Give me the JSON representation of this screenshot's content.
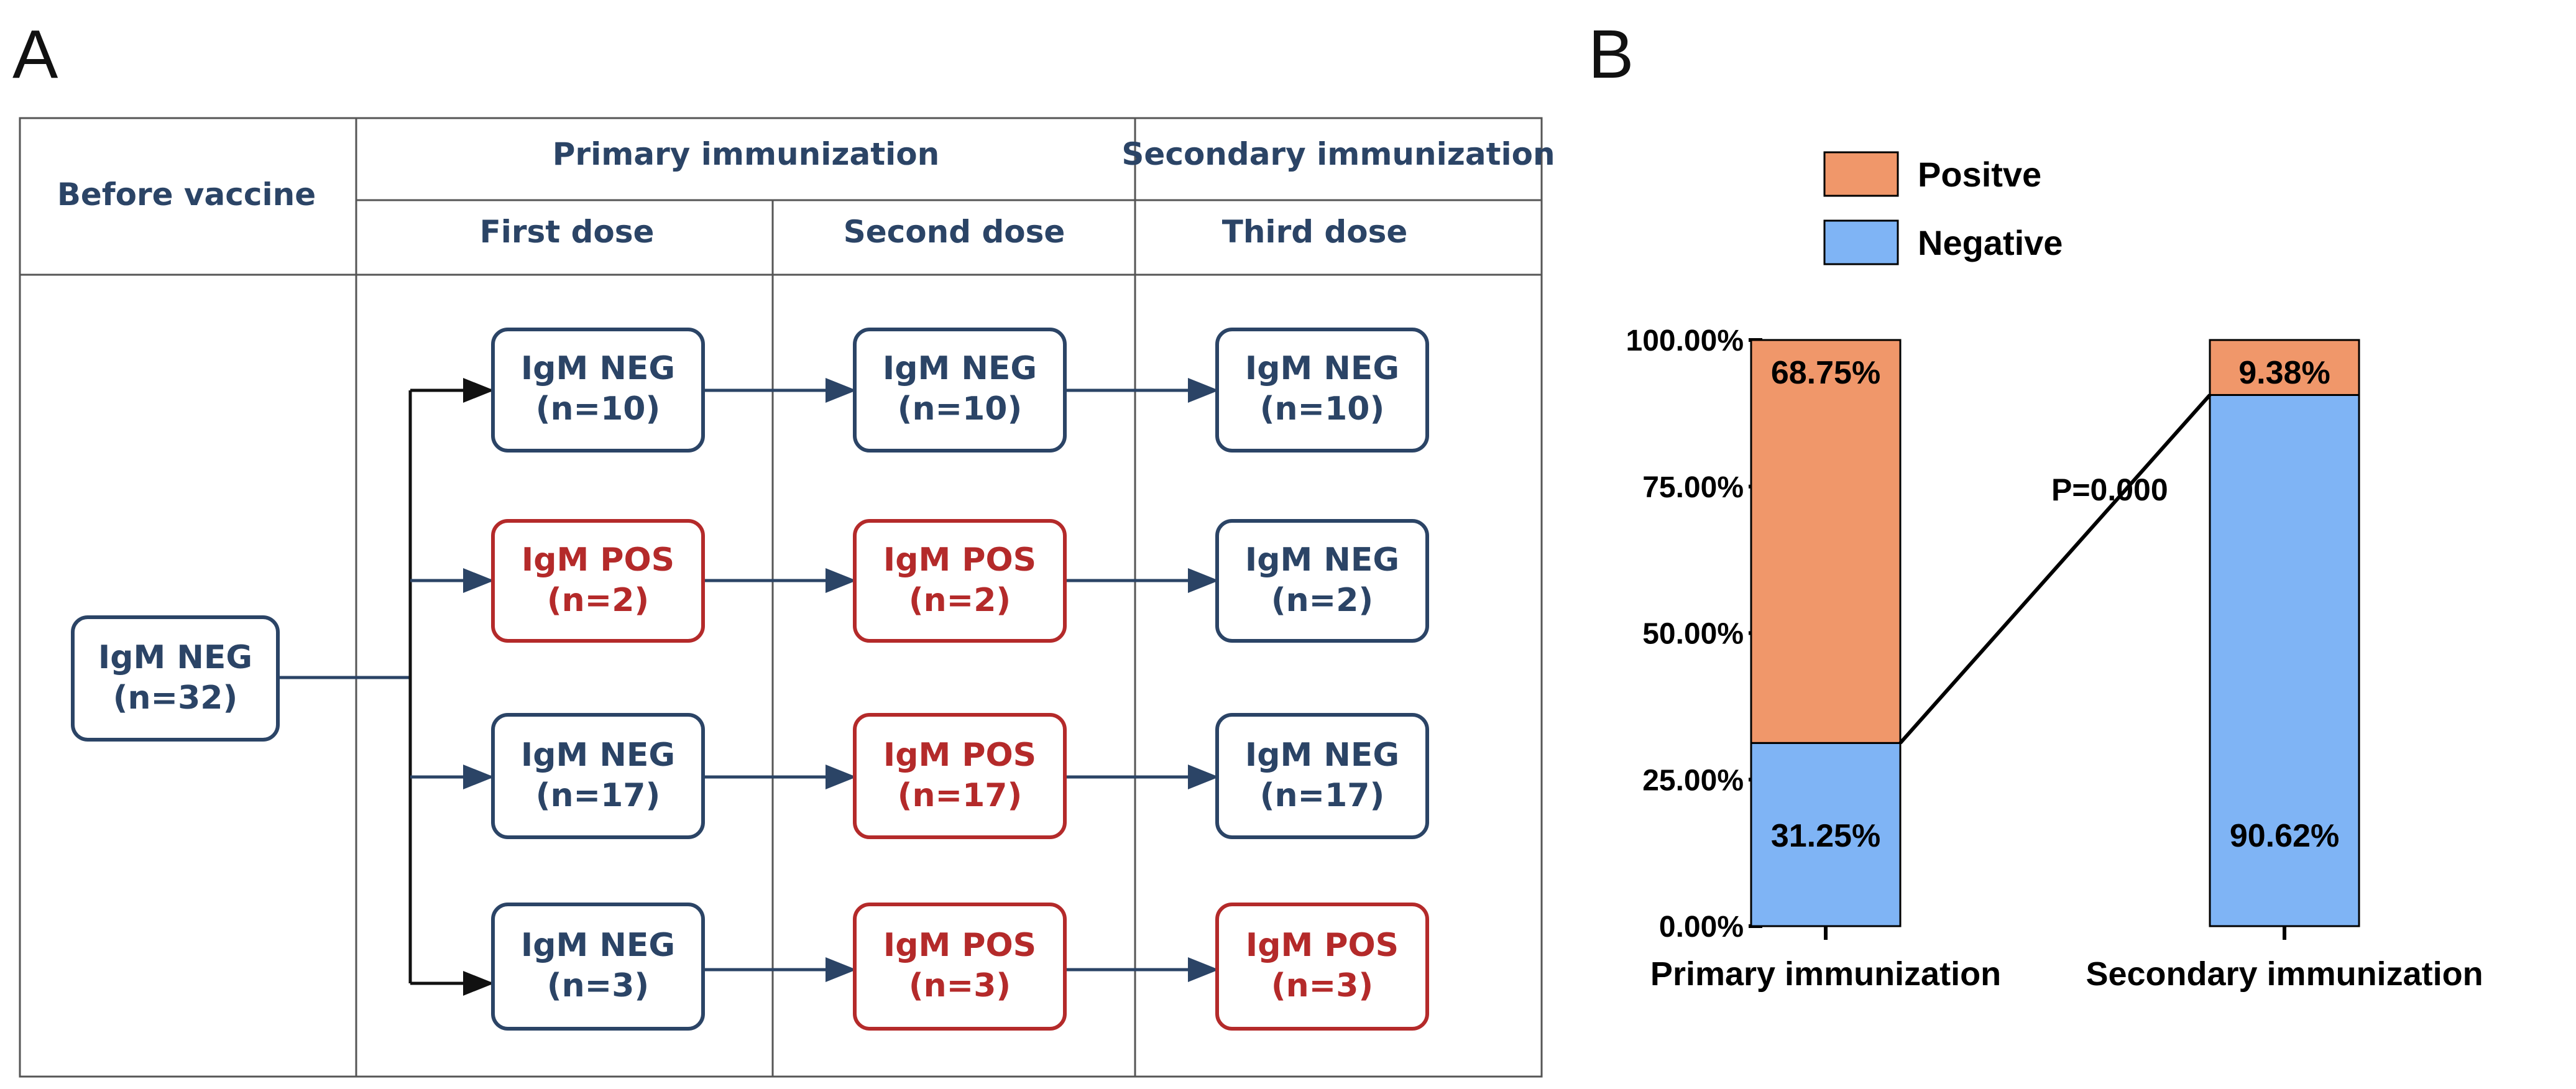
{
  "panel_a": {
    "letter": "A",
    "headers": {
      "before": "Before vaccine",
      "primary": "Primary immunization",
      "secondary": "Secondary immunization",
      "first": "First dose",
      "second": "Second dose",
      "third": "Third dose"
    },
    "start_box": {
      "status": "IgM NEG",
      "n": "(n=32)",
      "kind": "neg"
    },
    "rows": [
      {
        "first": {
          "status": "IgM NEG",
          "n": "(n=10)",
          "kind": "neg"
        },
        "second": {
          "status": "IgM NEG",
          "n": "(n=10)",
          "kind": "neg"
        },
        "third": {
          "status": "IgM NEG",
          "n": "(n=10)",
          "kind": "neg"
        }
      },
      {
        "first": {
          "status": "IgM POS",
          "n": "(n=2)",
          "kind": "pos"
        },
        "second": {
          "status": "IgM POS",
          "n": "(n=2)",
          "kind": "pos"
        },
        "third": {
          "status": "IgM NEG",
          "n": "(n=2)",
          "kind": "neg"
        }
      },
      {
        "first": {
          "status": "IgM NEG",
          "n": "(n=17)",
          "kind": "neg"
        },
        "second": {
          "status": "IgM POS",
          "n": "(n=17)",
          "kind": "pos"
        },
        "third": {
          "status": "IgM NEG",
          "n": "(n=17)",
          "kind": "neg"
        }
      },
      {
        "first": {
          "status": "IgM NEG",
          "n": "(n=3)",
          "kind": "neg"
        },
        "second": {
          "status": "IgM POS",
          "n": "(n=3)",
          "kind": "pos"
        },
        "third": {
          "status": "IgM POS",
          "n": "(n=3)",
          "kind": "pos"
        }
      }
    ],
    "colors": {
      "neg": "#2b4466",
      "pos": "#b42a2a",
      "border": "#555555"
    }
  },
  "panel_b": {
    "letter": "B",
    "chart_data": {
      "type": "bar",
      "stacked": true,
      "categories": [
        "Primary immunization",
        "Secondary immunization"
      ],
      "series": [
        {
          "name": "Negative",
          "values": [
            31.25,
            90.62
          ],
          "labels": [
            "31.25%",
            "90.62%"
          ],
          "color": "#7fb4f5"
        },
        {
          "name": "Positve",
          "values": [
            68.75,
            9.38
          ],
          "labels": [
            "68.75%",
            "9.38%"
          ],
          "color": "#f0976a"
        }
      ],
      "legend": {
        "order": [
          "Positve",
          "Negative"
        ],
        "placement": "top-left"
      },
      "ylim": [
        0,
        100
      ],
      "yticks": [
        0,
        25,
        50,
        75,
        100
      ],
      "ytick_labels": [
        "0.00%",
        "25.00%",
        "50.00%",
        "75.00%",
        "100.00%"
      ],
      "annotation": "P=0.000",
      "title": "",
      "xlabel": "",
      "ylabel": ""
    }
  }
}
